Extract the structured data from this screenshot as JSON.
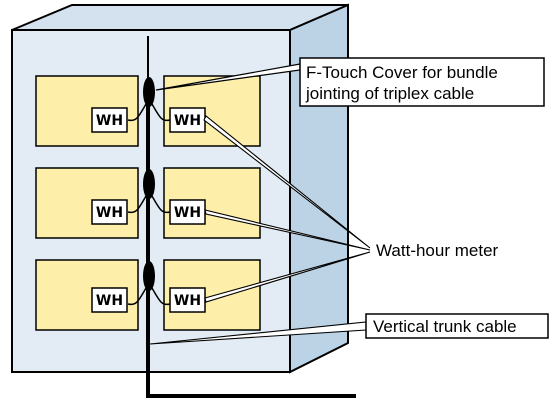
{
  "meter_label": "WH",
  "callouts": {
    "ftouch_line1": "F-Touch Cover for bundle",
    "ftouch_line2": "jointing of triplex cable",
    "watt_hour": "Watt-hour meter",
    "trunk": "Vertical trunk cable"
  },
  "colors": {
    "cabinet_front": "#e3ecf5",
    "cabinet_side": "#bcd3e6",
    "cabinet_top": "#d3e2ee",
    "panel_fill": "#fdeeaa",
    "meter_fill": "#ffffff",
    "joint_fill": "#000000"
  }
}
